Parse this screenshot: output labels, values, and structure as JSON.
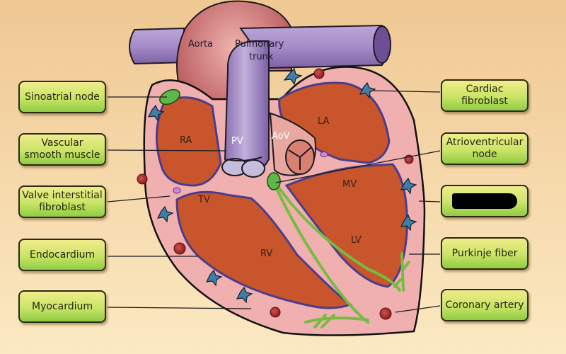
{
  "title": "Heart cell types diagram",
  "left_labels": [
    {
      "id": "sinoatrial-node",
      "text": "Sinoatrial node"
    },
    {
      "id": "vascular-smooth-muscle",
      "text": "Vascular smooth muscle"
    },
    {
      "id": "valve-interstitial-fibroblast",
      "text": "Valve interstitial fibroblast"
    },
    {
      "id": "endocardium",
      "text": "Endocardium"
    },
    {
      "id": "myocardium",
      "text": "Myocardium"
    }
  ],
  "right_labels": [
    {
      "id": "cardiac-fibroblast",
      "text": "Cardiac fibroblast"
    },
    {
      "id": "atrioventricular-node",
      "text": "Atrioventricular node"
    },
    {
      "id": "redacted-label",
      "text": "",
      "redacted": true
    },
    {
      "id": "purkinje-fiber",
      "text": "Purkinje fiber"
    },
    {
      "id": "coronary-artery",
      "text": "Coronary artery"
    }
  ],
  "vessel_labels": {
    "aorta": "Aorta",
    "pulmonary_trunk_1": "Pulmonary",
    "pulmonary_trunk_2": "trunk"
  },
  "chamber_labels": {
    "ra": "RA",
    "la": "LA",
    "rv": "RV",
    "lv": "LV",
    "pv": "PV",
    "aov": "AoV",
    "tv": "TV",
    "mv": "MV"
  },
  "colors": {
    "background": "#f5d7a8",
    "label_box_top": "#f0ec8a",
    "label_box_bottom": "#8fcc44",
    "myocardium_wall": "#f0b0b0",
    "chamber_blood": "#c9552c",
    "endocardium_line": "#4a3d8c",
    "pulmonary_vessel": "#9d84be",
    "aorta": "#c8666a",
    "purkinje": "#77bb44",
    "node": "#5cb848",
    "fibroblast": "#3f7ea6",
    "coronary": "#a82a2a"
  }
}
